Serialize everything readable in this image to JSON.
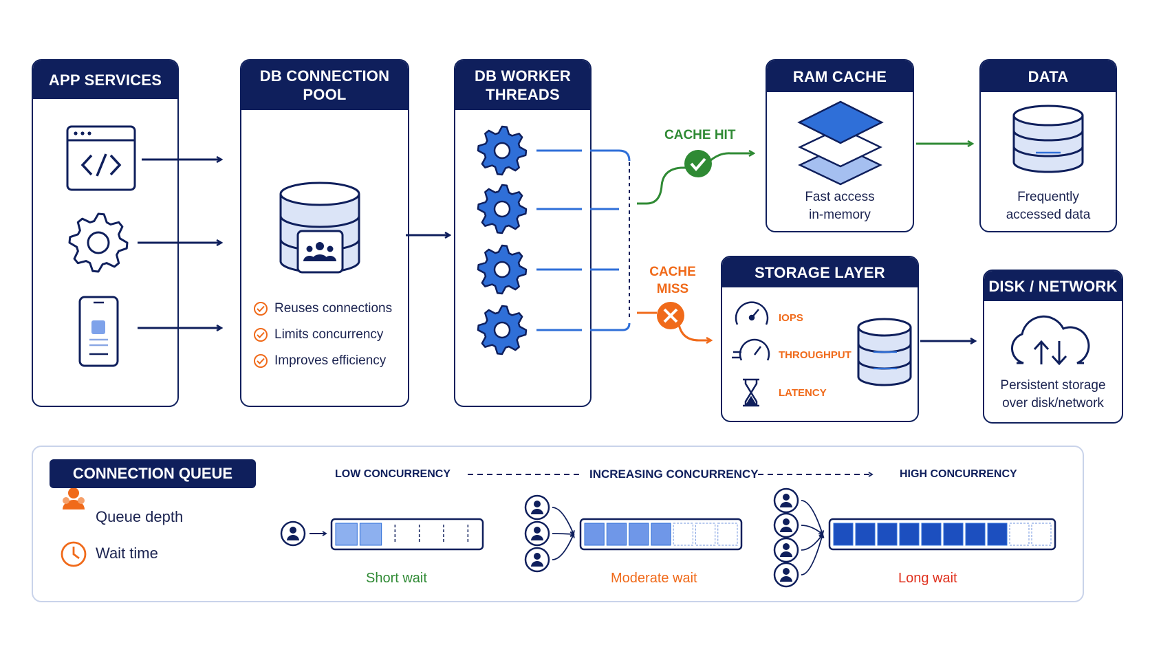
{
  "columns": {
    "app_services": {
      "title": "APP SERVICES"
    },
    "db_pool": {
      "title_line1": "DB CONNECTION",
      "title_line2": "POOL",
      "features": [
        "Reuses connections",
        "Limits concurrency",
        "Improves efficiency"
      ]
    },
    "db_workers": {
      "title_line1": "DB WORKER",
      "title_line2": "THREADS"
    },
    "ram_cache": {
      "title": "RAM CACHE",
      "desc_line1": "Fast access",
      "desc_line2": "in-memory"
    },
    "data": {
      "title": "DATA",
      "desc_line1": "Frequently",
      "desc_line2": "accessed data"
    },
    "storage": {
      "title": "STORAGE LAYER",
      "metrics": [
        "IOPS",
        "THROUGHPUT",
        "LATENCY"
      ]
    },
    "disk": {
      "title": "DISK / NETWORK",
      "desc_line1": "Persistent storage",
      "desc_line2": "over disk/network"
    }
  },
  "cache_hit": "CACHE HIT",
  "cache_miss_line1": "CACHE",
  "cache_miss_line2": "MISS",
  "queue": {
    "title": "CONNECTION QUEUE",
    "legend": [
      "Queue depth",
      "Wait time"
    ],
    "concurrency_labels": {
      "low": "LOW CONCURRENCY",
      "increasing": "INCREASING CONCURRENCY",
      "high": "HIGH CONCURRENCY"
    },
    "scenarios": [
      {
        "wait": "Short wait",
        "filled_fraction": 0.33,
        "wait_color": "#2f8a34"
      },
      {
        "wait": "Moderate wait",
        "filled_fraction": 0.57,
        "wait_color": "#f06a1a"
      },
      {
        "wait": "Long wait",
        "filled_fraction": 0.8,
        "wait_color": "#e0321f"
      }
    ]
  },
  "colors": {
    "navy": "#0f1f5c",
    "blue": "#2f6fd8",
    "green": "#2f8a34",
    "orange": "#f06a1a",
    "red": "#e0321f"
  }
}
